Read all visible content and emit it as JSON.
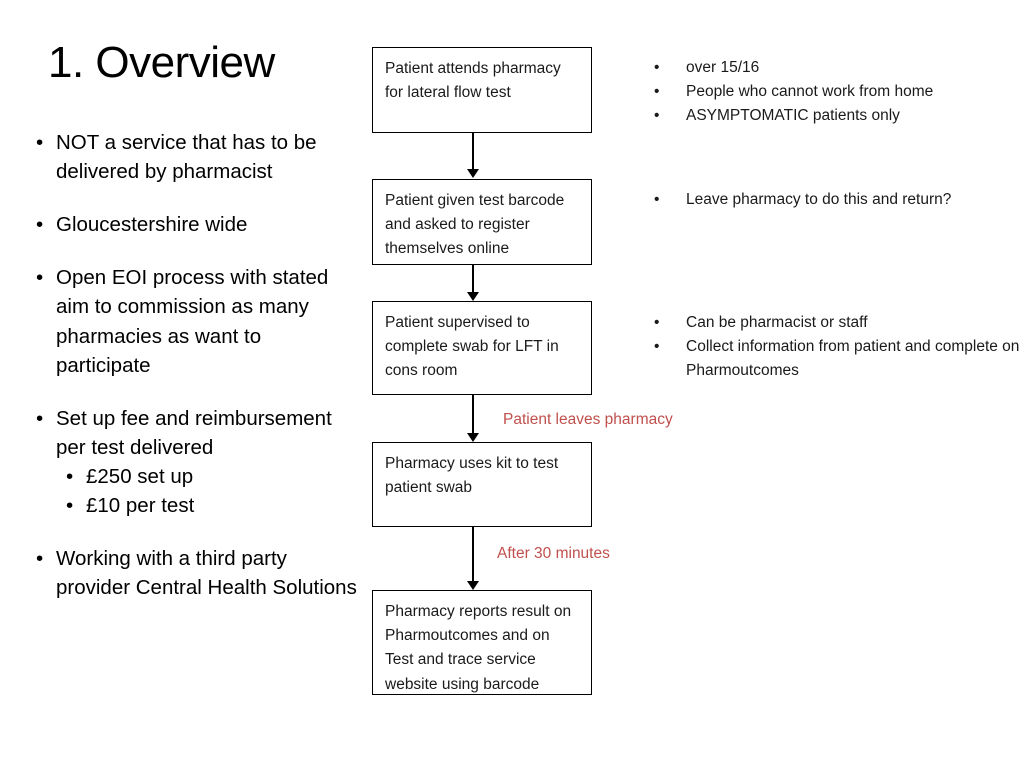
{
  "slide": {
    "title": "1. Overview",
    "accent_red": "#C0504D",
    "text_color": "#000000"
  },
  "left_column": {
    "bullets": [
      {
        "text": "NOT a service that has to be delivered by pharmacist",
        "level": 1
      },
      {
        "text": "Gloucestershire wide",
        "level": 1
      },
      {
        "text": "Open EOI process with stated aim to commission as many pharmacies as want to  participate",
        "level": 1
      },
      {
        "text": "Set up fee and reimbursement per test delivered",
        "level": 1
      },
      {
        "text": "£250 set up",
        "level": 2
      },
      {
        "text": "£10 per test",
        "level": 2
      },
      {
        "text": "Working with a third party provider Central Health Solutions",
        "level": 1
      }
    ],
    "bullet_glyph": "•"
  },
  "flowchart": {
    "boxes": [
      {
        "id": "box-patient-attends",
        "text": "Patient attends pharmacy for lateral flow test"
      },
      {
        "id": "box-test-barcode",
        "text": "Patient given test barcode and asked to register themselves online"
      },
      {
        "id": "box-supervised-swab",
        "text": "Patient supervised to complete swab for LFT in cons room"
      },
      {
        "id": "box-pharmacy-tests-swab",
        "text": "Pharmacy uses kit to test patient swab"
      },
      {
        "id": "box-report-result",
        "text": "Pharmacy reports result on Pharmoutcomes and on Test and trace service website using barcode"
      }
    ],
    "annotations": [
      {
        "id": "annotation-patient-leaves",
        "text": "Patient leaves pharmacy"
      },
      {
        "id": "annotation-after-30-minutes",
        "text": "After 30 minutes"
      }
    ]
  },
  "right_notes": {
    "bullet_glyph": "•",
    "groups": [
      {
        "id": "notes-eligibility",
        "items": [
          "over 15/16",
          "People who cannot work from home",
          "ASYMPTOMATIC patients only"
        ]
      },
      {
        "id": "notes-registration",
        "items": [
          "Leave pharmacy to do this and return?"
        ]
      },
      {
        "id": "notes-supervision",
        "items": [
          "Can be pharmacist or staff",
          "Collect information from patient and complete on Pharmoutcomes"
        ]
      }
    ]
  }
}
